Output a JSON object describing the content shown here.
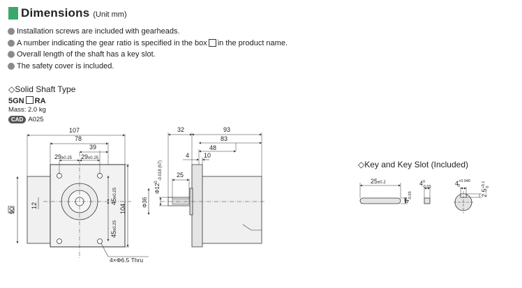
{
  "header": {
    "title": "Dimensions",
    "unit": "(Unit mm)"
  },
  "notes": [
    "Installation screws are included with gearheads.",
    "A number indicating the gear ratio is specified in the box",
    "in the product name.",
    "Overall length of the shaft has a key slot.",
    "The safety cover is included."
  ],
  "solid_shaft": {
    "section_title": "Solid Shaft Type",
    "model_prefix": "5GN",
    "model_suffix": "RA",
    "mass": "Mass: 2.0 kg",
    "cad_badge": "CAD",
    "cad_code": "A025"
  },
  "front_view": {
    "dim_107": "107",
    "dim_78": "78",
    "dim_39": "39",
    "dim_29_a": "29",
    "dim_29_b": "29",
    "tol_025": "±0.25",
    "dim_90": "90",
    "dim_12": "12",
    "dim_45_a": "45",
    "dim_45_b": "45",
    "dim_104": "104",
    "holes": "4×Φ6.5 Thru"
  },
  "side_view": {
    "dim_32": "32",
    "dim_93": "93",
    "dim_83": "83",
    "dim_48": "48",
    "dim_4": "4",
    "dim_10": "10",
    "dim_25": "25",
    "shaft_dia": "Φ12",
    "shaft_tol": "-0.018 (h7)",
    "shaft_tol_zero": "0",
    "boss_dia": "Φ36"
  },
  "key": {
    "title": "Key and Key Slot (Included)",
    "len_25": "25",
    "tol_02": "±0.2",
    "dim_4_a": "4",
    "tol_003_a": "-0.03",
    "tol_0_a": "0",
    "dim_4_b": "4",
    "tol_003_b": "-0.03",
    "tol_0_b": "0",
    "dim_4_c": "4",
    "tol_plus_c": "+0.040",
    "tol_0_c": "0",
    "dim_25_d": "2.5",
    "tol_plus_d": "+0.1",
    "tol_0_d": "0"
  }
}
